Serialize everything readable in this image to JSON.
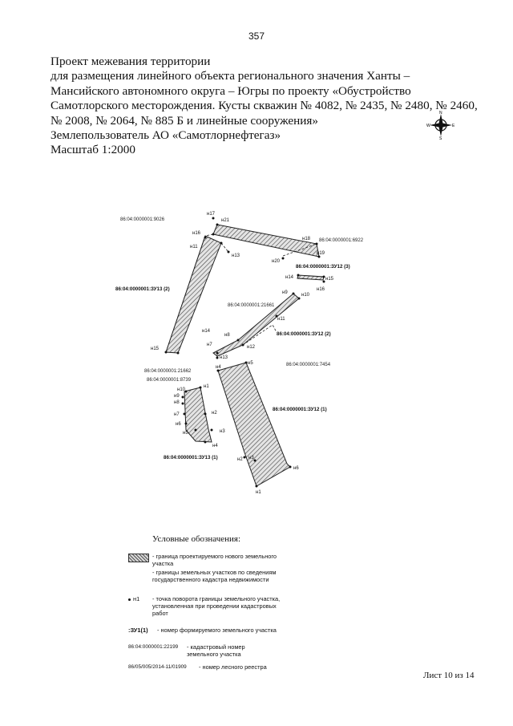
{
  "page_number": "357",
  "title_lines": [
    "Проект межевания территории",
    "для размещения линейного объекта регионального значения Ханты –",
    "Мансийского автономного округа – Югры по проекту «Обустройство",
    "Самотлорского месторождения. Кусты скважин № 4082, № 2435, № 2480, № 2460,",
    "№ 2008, № 2064, № 885 Б и линейные сооружения»",
    "Землепользователь АО «Самотлорнефтегаз»",
    "Масштаб 1:2000"
  ],
  "compass": {
    "n": "N",
    "s": "S",
    "e": "E",
    "w": "W"
  },
  "plan": {
    "cadastral_labels": [
      "86:04:0000001:9026",
      "86:04:0000001:6922",
      "86:04:0000001:21661",
      "86:04:0000001:21662",
      "86:04:0000001:7454",
      "86:04:0000001:8739"
    ],
    "parcel_labels": [
      "86:04:0000001:ЗУ13 (2)",
      "86:04:0000001:ЗУ12 (3)",
      "86:04:0000001:ЗУ12 (2)",
      "86:04:0000001:ЗУ12 (1)",
      "86:04:0000001:ЗУ13 (1)"
    ],
    "point_labels": {
      "p17": "н17",
      "p21": "н21",
      "p16a": "н16",
      "p11a": "н11",
      "p13a": "н13",
      "p15a": "н15",
      "p14a": "н14",
      "p18": "н18",
      "p19": "н19",
      "p20": "н20",
      "p14b": "н14",
      "p15b": "н15",
      "p16b": "н16",
      "p9a": "н9",
      "p10a": "н10",
      "p11b": "н11",
      "p8a": "н8",
      "p7a": "н7",
      "p12a": "н12",
      "p13b": "н13",
      "p4a": "н4",
      "p5a": "н5",
      "p2a": "н2",
      "p3a": "н3",
      "p6a": "н6",
      "p1a": "н1",
      "p10b": "н10",
      "p1b": "н1",
      "p9b": "н9",
      "p8b": "н8",
      "p2b": "н2",
      "p7b": "н7",
      "p6b": "н6",
      "p5b": "н5",
      "p3b": "н3",
      "p4b": "н4"
    }
  },
  "legend": {
    "title": "Условные обозначения:",
    "items": [
      {
        "text": "- граница проектируемого нового земельного участка"
      },
      {
        "text": "- границы земельных участков по сведениям государственного кадастра недвижимости"
      },
      {
        "symbol": "н1",
        "text": "- точка поворота границы земельного участка, установленная при проведении кадастровых работ"
      },
      {
        "symbol": ":ЗУ1(1)",
        "text": "- номер формируемого земельного участка"
      },
      {
        "symbol": "86:04:0000001:22199",
        "text": "- кадастровый номер земельного участка"
      },
      {
        "symbol": "86/05/005/2014-11/01909",
        "text": "- номер лесного реестра"
      }
    ]
  },
  "sheet_label": "Лист 10 из 14",
  "colors": {
    "ink": "#111111",
    "hatch": "#555555"
  }
}
